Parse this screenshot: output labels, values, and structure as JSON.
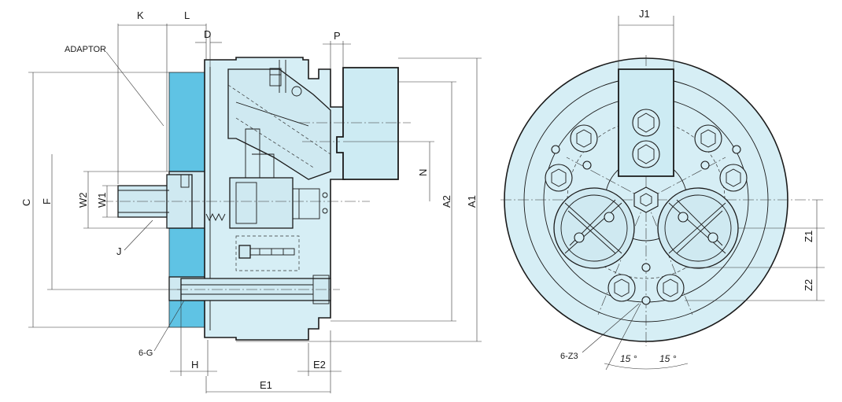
{
  "labels": {
    "K": "K",
    "L": "L",
    "D": "D",
    "P": "P",
    "adaptor": "ADAPTOR",
    "C": "C",
    "F": "F",
    "W2": "W2",
    "W1": "W1",
    "J": "J",
    "N": "N",
    "A2": "A2",
    "A1": "A1",
    "G6": "6-G",
    "H": "H",
    "E2": "E2",
    "E1": "E1",
    "J1": "J1",
    "Z1": "Z1",
    "Z2": "Z2",
    "Z3": "6-Z3",
    "angle_left": "15 °",
    "angle_right": "15 °"
  },
  "colors": {
    "body": "#d6eef5",
    "adaptor": "#5fc3e4",
    "line": "#1a1a1a"
  }
}
